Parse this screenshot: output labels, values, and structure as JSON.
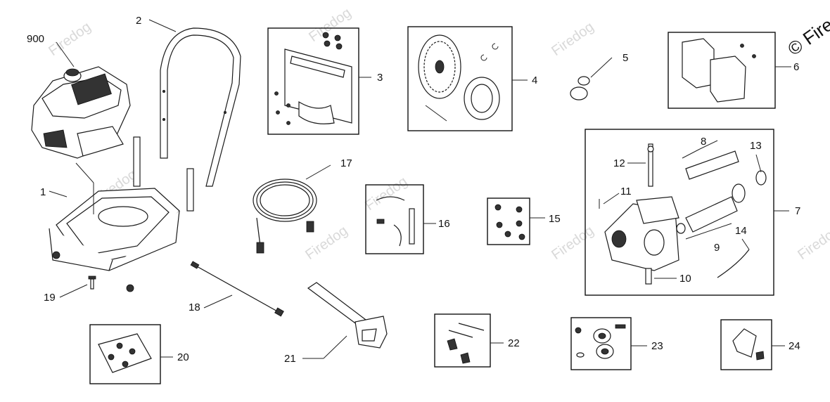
{
  "watermark": {
    "text": "Firedog"
  },
  "copyright": {
    "text": "© Fire"
  },
  "callouts": {
    "c900": "900",
    "c1": "1",
    "c2": "2",
    "c3": "3",
    "c4": "4",
    "c5": "5",
    "c6": "6",
    "c7": "7",
    "c8": "8",
    "c9": "9",
    "c10": "10",
    "c11": "11",
    "c12": "12",
    "c13": "13",
    "c14": "14",
    "c15": "15",
    "c16": "16",
    "c17": "17",
    "c18": "18",
    "c19": "19",
    "c20": "20",
    "c21": "21",
    "c22": "22",
    "c23": "23",
    "c24": "24"
  }
}
